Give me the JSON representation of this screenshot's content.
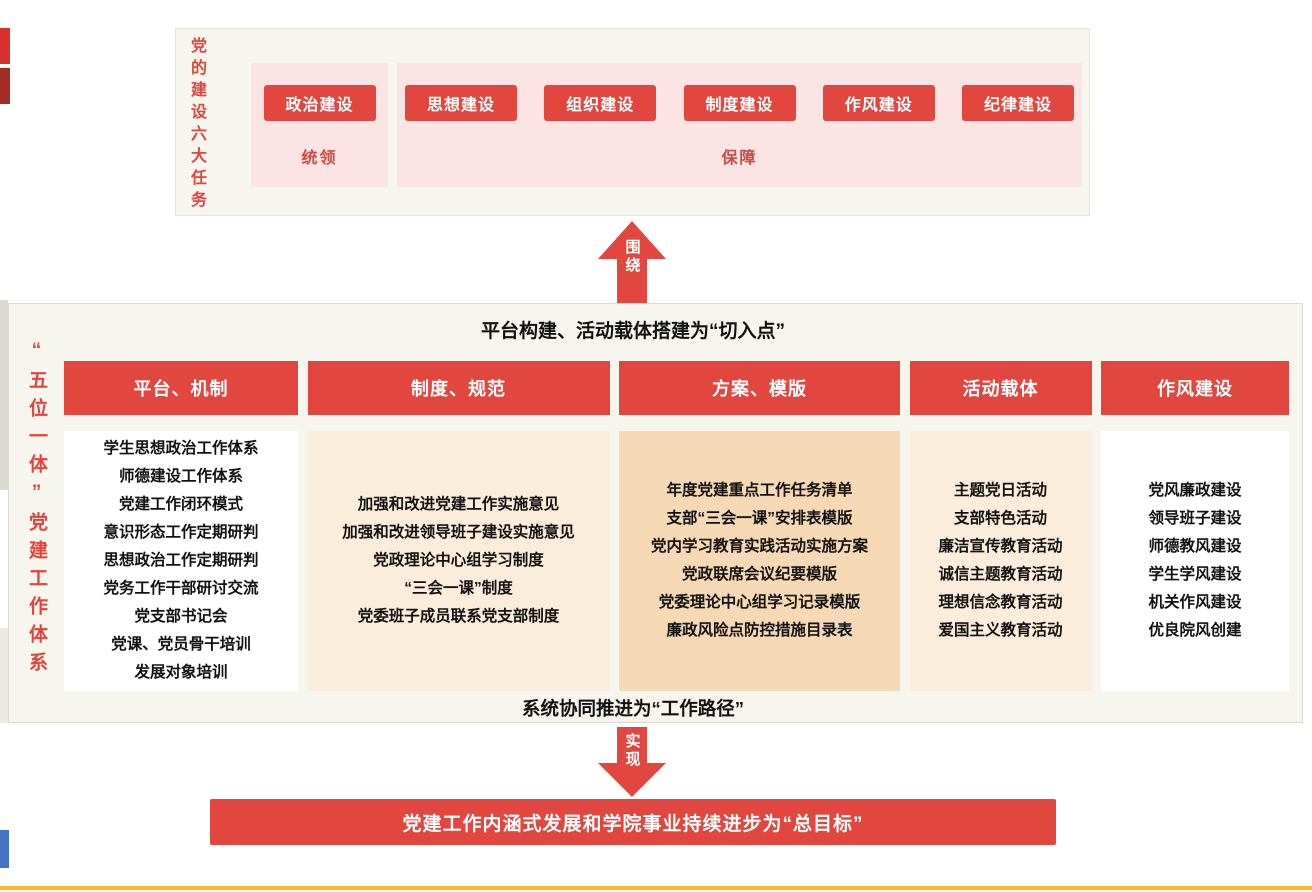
{
  "colors": {
    "accent_red": "#E1473F",
    "pink_panel": "#FBE4E3",
    "cream_panel": "#F7F6EE",
    "peach_light": "#FBEDDC",
    "peach_dark": "#F5D9B4",
    "caption_red": "#CC4A41",
    "gold_accent": "#F8B62D",
    "edge_blue": "#4472C4"
  },
  "top_section": {
    "side_label": "党的建设六大任务",
    "lead_group": {
      "button": "政治建设",
      "caption": "统领"
    },
    "support_group": {
      "buttons": [
        "思想建设",
        "组织建设",
        "制度建设",
        "作风建设",
        "纪律建设"
      ],
      "caption": "保障"
    }
  },
  "arrow_up_label": "围绕",
  "middle_section": {
    "side_label": "“五位一体”党建工作体系",
    "top_caption": "平台构建、活动载体搭建为“切入点”",
    "bottom_caption": "系统协同推进为“工作路径”",
    "columns": [
      {
        "header": "平台、机制",
        "items": [
          "学生思想政治工作体系",
          "师德建设工作体系",
          "党建工作闭环模式",
          "意识形态工作定期研判",
          "思想政治工作定期研判",
          "党务工作干部研讨交流",
          "党支部书记会",
          "党课、党员骨干培训",
          "发展对象培训"
        ]
      },
      {
        "header": "制度、规范",
        "items": [
          "加强和改进党建工作实施意见",
          "加强和改进领导班子建设实施意见",
          "党政理论中心组学习制度",
          "“三会一课”制度",
          "党委班子成员联系党支部制度"
        ]
      },
      {
        "header": "方案、模版",
        "items": [
          "年度党建重点工作任务清单",
          "支部“三会一课”安排表模版",
          "党内学习教育实践活动实施方案",
          "党政联席会议纪要模版",
          "党委理论中心组学习记录模版",
          "廉政风险点防控措施目录表"
        ]
      },
      {
        "header": "活动载体",
        "items": [
          "主题党日活动",
          "支部特色活动",
          "廉洁宣传教育活动",
          "诚信主题教育活动",
          "理想信念教育活动",
          "爱国主义教育活动"
        ]
      },
      {
        "header": "作风建设",
        "items": [
          "党风廉政建设",
          "领导班子建设",
          "师德教风建设",
          "学生学风建设",
          "机关作风建设",
          "优良院风创建"
        ]
      }
    ]
  },
  "arrow_down_label": "实现",
  "goal_bar": "党建工作内涵式发展和学院事业持续进步为“总目标”"
}
